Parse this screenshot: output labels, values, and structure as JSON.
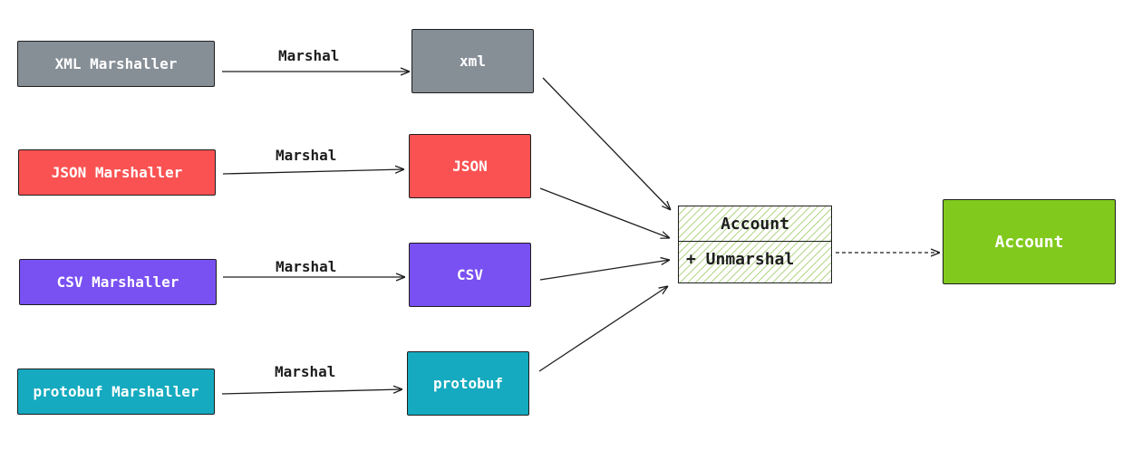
{
  "marshallers": [
    {
      "label": "XML Marshaller",
      "color": "#868e96"
    },
    {
      "label": "JSON Marshaller",
      "color": "#fa5252"
    },
    {
      "label": "CSV Marshaller",
      "color": "#7950f2"
    },
    {
      "label": "protobuf Marshaller",
      "color": "#15aabf"
    }
  ],
  "edge_label": "Marshal",
  "formats": [
    {
      "label": "xml",
      "color": "#868e96"
    },
    {
      "label": "JSON",
      "color": "#fa5252"
    },
    {
      "label": "CSV",
      "color": "#7950f2"
    },
    {
      "label": "protobuf",
      "color": "#15aabf"
    }
  ],
  "account_class": {
    "name": "Account",
    "method": "+ Unmarshal",
    "color": "#82c91e"
  },
  "account_result": {
    "label": "Account",
    "color": "#82c91e"
  }
}
